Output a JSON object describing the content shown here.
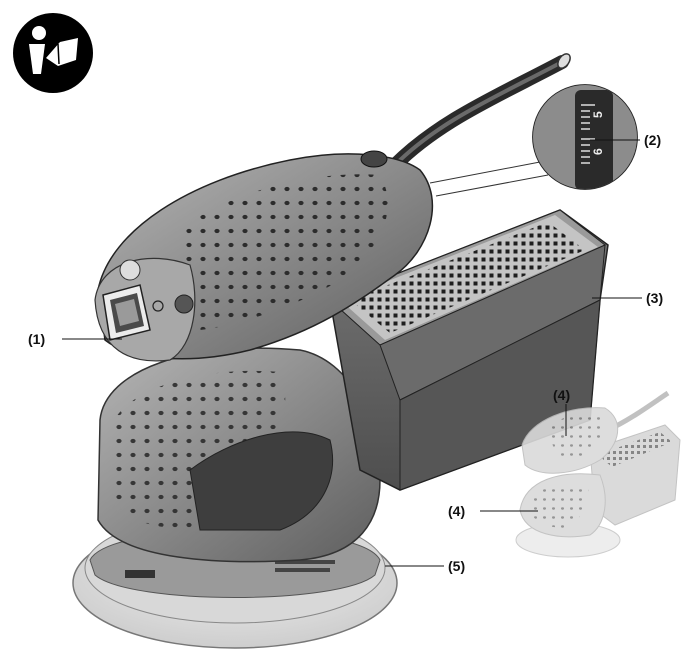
{
  "icon": "read-manual-icon",
  "callouts": [
    {
      "id": "switch",
      "label": "(1)"
    },
    {
      "id": "speed-wheel",
      "label": "(2)"
    },
    {
      "id": "dust-box",
      "label": "(3)"
    },
    {
      "id": "grip-top",
      "label": "(4)"
    },
    {
      "id": "grip-side",
      "label": "(4)"
    },
    {
      "id": "sanding-pad",
      "label": "(5)"
    }
  ],
  "dial": {
    "digit_top": "5",
    "digit_bottom": "6"
  },
  "colors": {
    "body": "#8e8e8e",
    "body_dark": "#5a5a5a",
    "grip": "#b8b8b8",
    "pad": "#e2e2e2",
    "faded": "#d2d2d2"
  }
}
